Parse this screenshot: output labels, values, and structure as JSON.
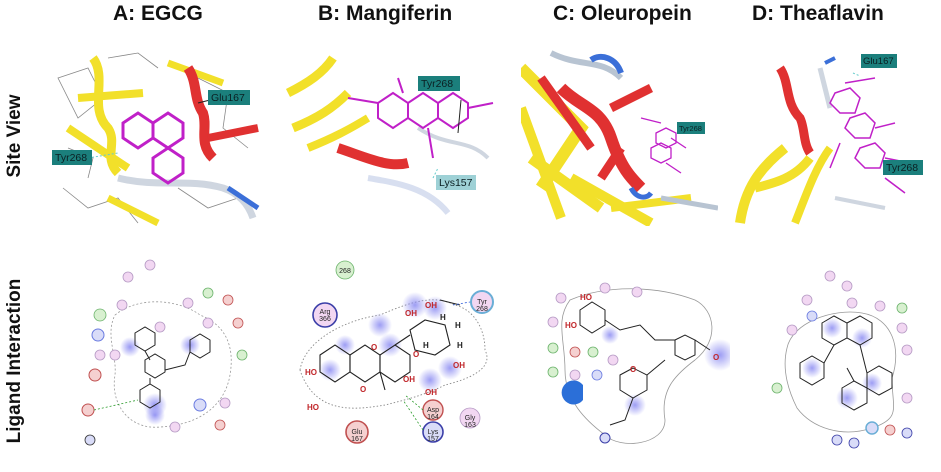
{
  "columns": [
    {
      "title": "A: EGCG"
    },
    {
      "title": "B: Mangiferin"
    },
    {
      "title": "C: Oleuropein"
    },
    {
      "title": "D: Theaflavin"
    }
  ],
  "rows": [
    {
      "title": "Site View"
    },
    {
      "title": "Ligand Interaction"
    }
  ],
  "site_labels": {
    "a": [
      "Glu167",
      "Tyr268"
    ],
    "b": [
      "Tyr268",
      "Lys157"
    ],
    "c": [
      "Tyr268"
    ],
    "d": [
      "Glu167",
      "Tyr268"
    ]
  },
  "ligand_labels": {
    "b": {
      "arg": "Arg\n366",
      "asp": "Asp\n164",
      "lys": "Lys\n157",
      "glu": "Glu\n167",
      "gly": "Gly\n163",
      "tyr": "Tyr\n268",
      "top": "268"
    }
  },
  "colors": {
    "helix": "#e03131",
    "strand": "#f2e02a",
    "ligand": "#c020c8",
    "label_bg": "#1b7f7c",
    "glow": "#8c8cf2"
  }
}
